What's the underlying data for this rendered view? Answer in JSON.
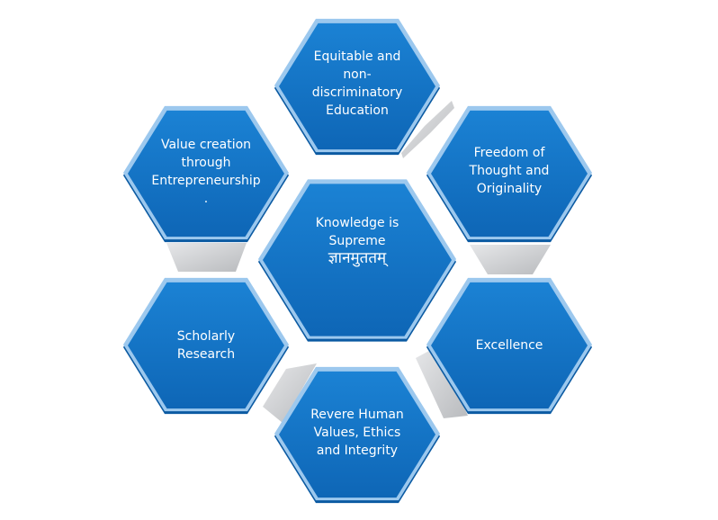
{
  "diagram": {
    "center": {
      "lines": [
        "Knowledge is",
        "Supreme",
        "ज्ञानमुततम्"
      ]
    },
    "nodes": [
      {
        "id": "top",
        "lines": [
          "Equitable and",
          "non-",
          "discriminatory",
          "Education"
        ]
      },
      {
        "id": "upper-right",
        "lines": [
          "Freedom of",
          "Thought and",
          "Originality"
        ]
      },
      {
        "id": "lower-right",
        "lines": [
          "Excellence"
        ]
      },
      {
        "id": "bottom",
        "lines": [
          "Revere Human",
          "Values, Ethics",
          "and Integrity"
        ]
      },
      {
        "id": "lower-left",
        "lines": [
          "Scholarly",
          "Research"
        ]
      },
      {
        "id": "upper-left",
        "lines": [
          "Value creation",
          "through",
          "Entrepreneurship",
          "."
        ]
      }
    ],
    "colors": {
      "hex_fill": "#1275c8",
      "hex_fill_dark": "#0b5aa2",
      "hex_edge_light": "#9cc8ee",
      "connector": "#c8c9cb"
    }
  }
}
